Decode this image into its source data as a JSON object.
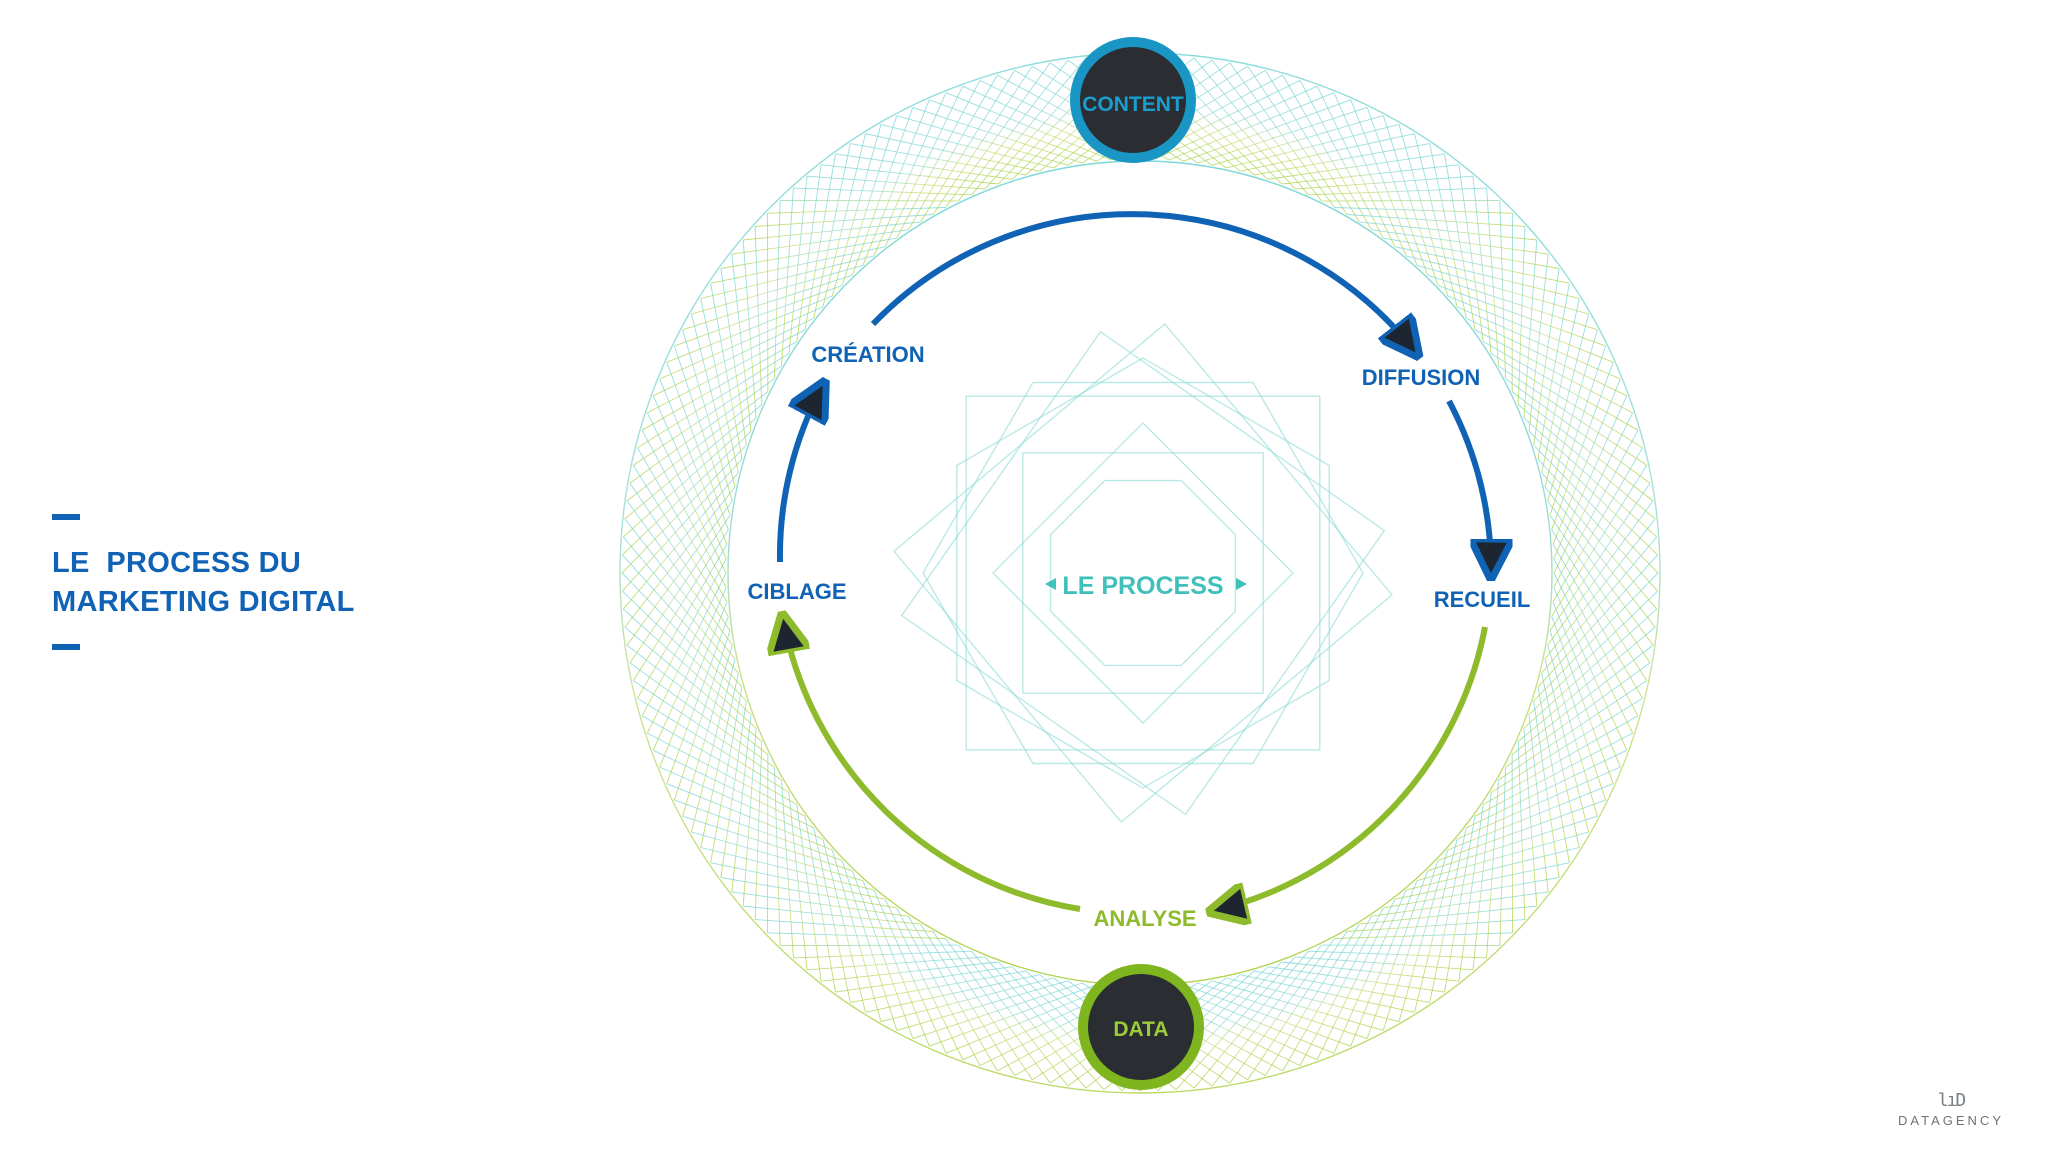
{
  "title": {
    "line1": "LE  PROCESS DU",
    "line2": "MARKETING DIGITAL"
  },
  "center_label": "LE PROCESS",
  "hubs": {
    "top": "CONTENT",
    "bottom": "DATA"
  },
  "steps": {
    "creation": "CRÉATION",
    "diffusion": "DIFFUSION",
    "recueil": "RECUEIL",
    "analyse": "ANALYSE",
    "ciblage": "CIBLAGE"
  },
  "brand": {
    "mark": "lıD",
    "name": "DATAGENCY"
  },
  "colors": {
    "blue": "#1062b5",
    "green": "#8dbb2b",
    "teal": "#68d1cf",
    "lime": "#c5dc72",
    "hub_fill": "#2a2d31",
    "hub_ring_top": "#1a96c4",
    "hub_ring_bottom": "#7fb51f",
    "center_text": "#3fc0bb"
  }
}
